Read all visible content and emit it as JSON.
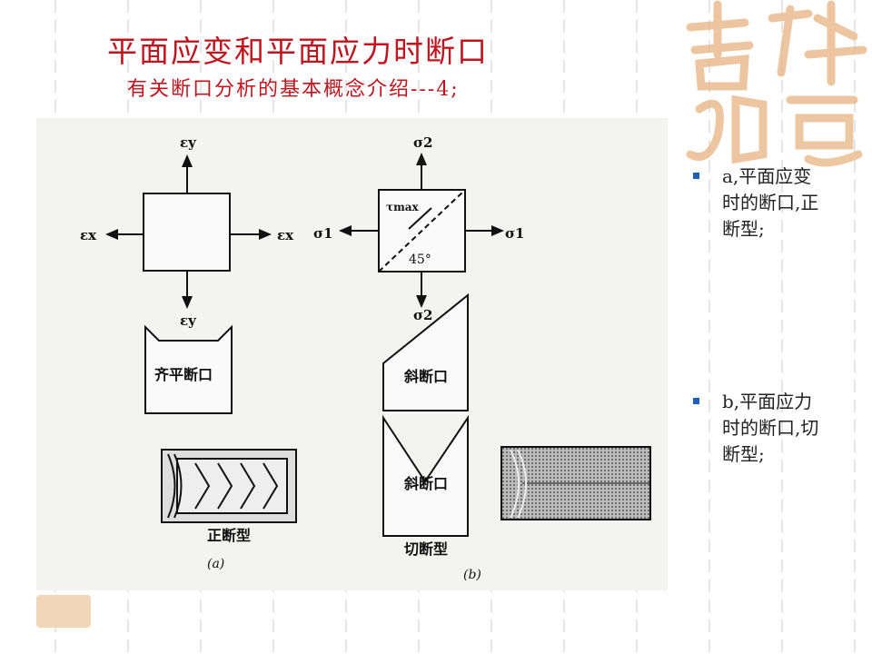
{
  "slide": {
    "title": "平面应变和平面应力时断口",
    "subtitle": "有关断口分析的基本概念介绍---4;",
    "logo_text": "吉祥如意",
    "bullets": [
      {
        "text": "a,平面应变时的断口,正断型;"
      },
      {
        "text": "b,平面应力时的断口,切断型;"
      }
    ]
  },
  "figure": {
    "a": {
      "ey_top": "εy",
      "ex_left": "εx",
      "ex_right": "εx",
      "ey_bottom": "εy",
      "specimen_label": "齐平断口",
      "section_label": "正断型",
      "caption": "(a)"
    },
    "b": {
      "s2_top": "σ2",
      "s1_left": "σ1",
      "s1_right": "σ1",
      "s2_bottom": "σ2",
      "tau": "τmax",
      "angle": "45°",
      "slant_label": "斜断口",
      "v_label": "斜断口",
      "section_label": "切断型",
      "caption": "(b)"
    }
  },
  "colors": {
    "title": "#c0141e",
    "bullet": "#1c5fb8"
  }
}
